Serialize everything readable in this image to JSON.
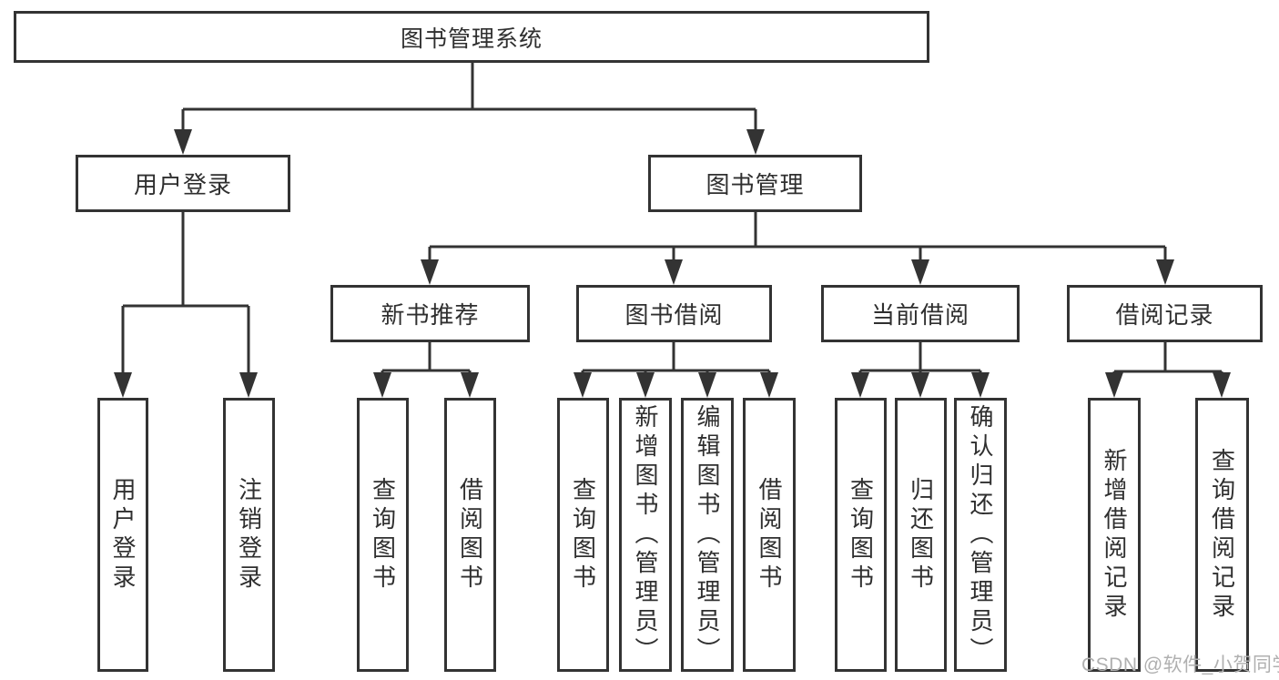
{
  "root": {
    "label": "图书管理系统"
  },
  "branches": [
    {
      "label": "用户登录",
      "leaves": [
        {
          "label": "用户登录"
        },
        {
          "label": "注销登录"
        }
      ]
    },
    {
      "label": "图书管理",
      "groups": [
        {
          "label": "新书推荐",
          "leaves": [
            {
              "label": "查询图书"
            },
            {
              "label": "借阅图书"
            }
          ]
        },
        {
          "label": "图书借阅",
          "leaves": [
            {
              "label": "查询图书"
            },
            {
              "label": "新增图书（管理员）"
            },
            {
              "label": "编辑图书（管理员）"
            },
            {
              "label": "借阅图书"
            }
          ]
        },
        {
          "label": "当前借阅",
          "leaves": [
            {
              "label": "查询图书"
            },
            {
              "label": "归还图书"
            },
            {
              "label": "确认归还（管理员）"
            }
          ]
        },
        {
          "label": "借阅记录",
          "leaves": [
            {
              "label": "新增借阅记录"
            },
            {
              "label": "查询借阅记录"
            }
          ]
        }
      ]
    }
  ],
  "watermark": {
    "text": "CSDN @软件_小贺同学"
  },
  "colors": {
    "line": "#333333",
    "text": "#2f2f2f",
    "watermark": "#b0b0b0",
    "background": "#ffffff"
  }
}
